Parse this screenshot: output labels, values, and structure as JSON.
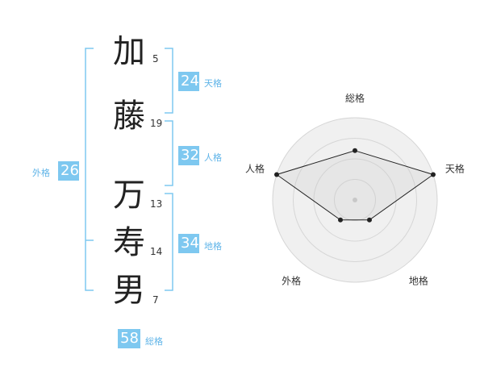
{
  "name": {
    "characters": [
      {
        "char": "加",
        "strokes": "5"
      },
      {
        "char": "藤",
        "strokes": "19"
      },
      {
        "char": "万",
        "strokes": "13"
      },
      {
        "char": "寿",
        "strokes": "14"
      },
      {
        "char": "男",
        "strokes": "7"
      }
    ]
  },
  "fortunes": {
    "tenkaku": {
      "value": "24",
      "label": "天格"
    },
    "jinkaku": {
      "value": "32",
      "label": "人格"
    },
    "chikaku": {
      "value": "34",
      "label": "地格"
    },
    "gaikaku": {
      "value": "26",
      "label": "外格"
    },
    "soukaku": {
      "value": "58",
      "label": "総格"
    }
  },
  "colors": {
    "bracket": "#7ec8f0",
    "badge": "#7ec8f0",
    "badge_label": "#5fb4e8",
    "radar_fill": "#f0f0f0",
    "radar_grid": "#d6d6d6",
    "radar_line": "#222222"
  },
  "chart_data": {
    "type": "radar",
    "axes": [
      "総格",
      "天格",
      "地格",
      "外格",
      "人格"
    ],
    "values": [
      0.6,
      1.0,
      0.3,
      0.3,
      1.0
    ],
    "range": [
      0,
      1
    ],
    "grid_rings": 4
  }
}
